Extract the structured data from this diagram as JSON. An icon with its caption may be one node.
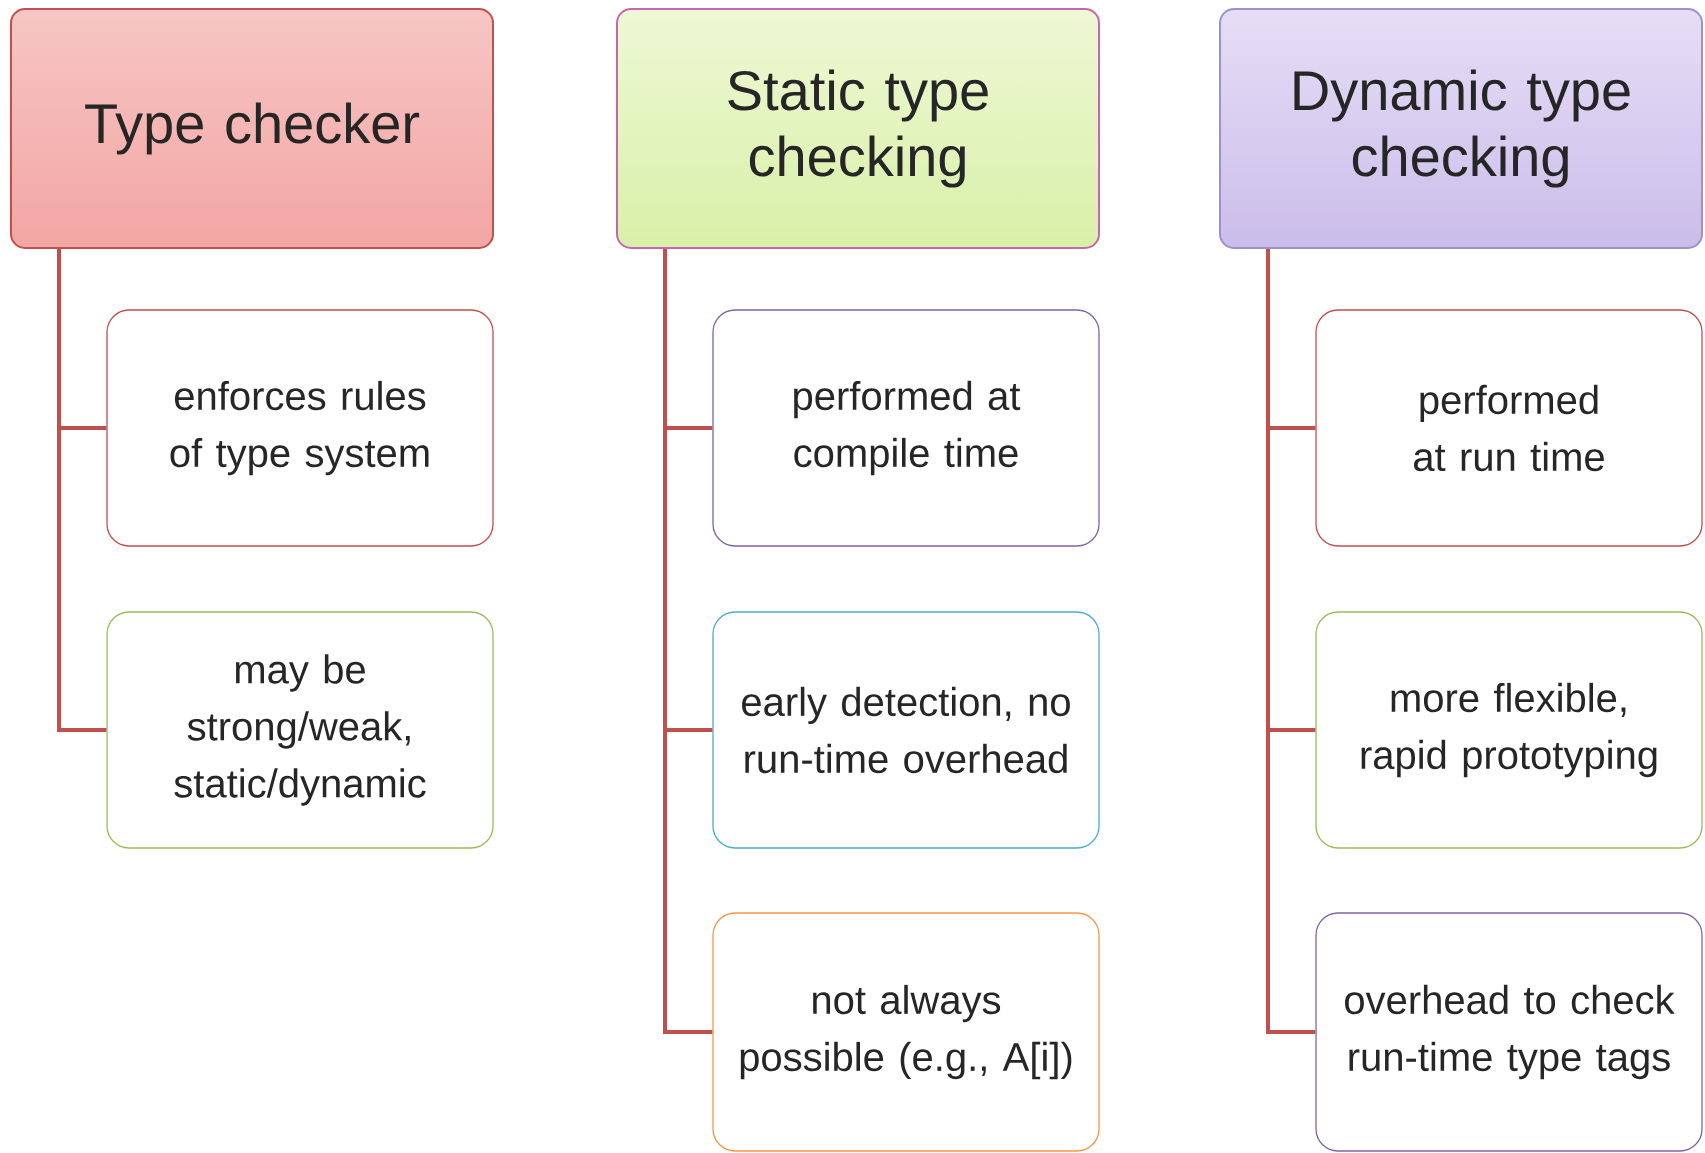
{
  "diagram": {
    "nodes": [
      {
        "text": [
          "Type checker"
        ]
      },
      {
        "text": [
          "enforces rules of type system"
        ]
      },
      {
        "text": [
          "may be strong/weak, static/dynamic"
        ]
      },
      {
        "text": [
          "Static type checking"
        ]
      },
      {
        "text": [
          "performed at compile time"
        ]
      },
      {
        "text": [
          "early detection, no run-time overhead"
        ]
      },
      {
        "text": [
          "not always possible (e.g., A[i])"
        ]
      },
      {
        "text": [
          "Dynamic type checking"
        ]
      },
      {
        "text": [
          "performed at run time"
        ]
      },
      {
        "text": [
          "more flexible, rapid prototyping"
        ]
      },
      {
        "text": [
          "overhead to check run-time type tags"
        ]
      }
    ],
    "edges": [
      {
        "from": 0,
        "to": 1,
        "arrow": "none"
      },
      {
        "from": 0,
        "to": 2,
        "arrow": "none"
      },
      {
        "from": 3,
        "to": 4,
        "arrow": "none"
      },
      {
        "from": 3,
        "to": 5,
        "arrow": "none"
      },
      {
        "from": 3,
        "to": 6,
        "arrow": "none"
      },
      {
        "from": 7,
        "to": 8,
        "arrow": "none"
      },
      {
        "from": 7,
        "to": 9,
        "arrow": "none"
      },
      {
        "from": 7,
        "to": 10,
        "arrow": "none"
      }
    ]
  }
}
